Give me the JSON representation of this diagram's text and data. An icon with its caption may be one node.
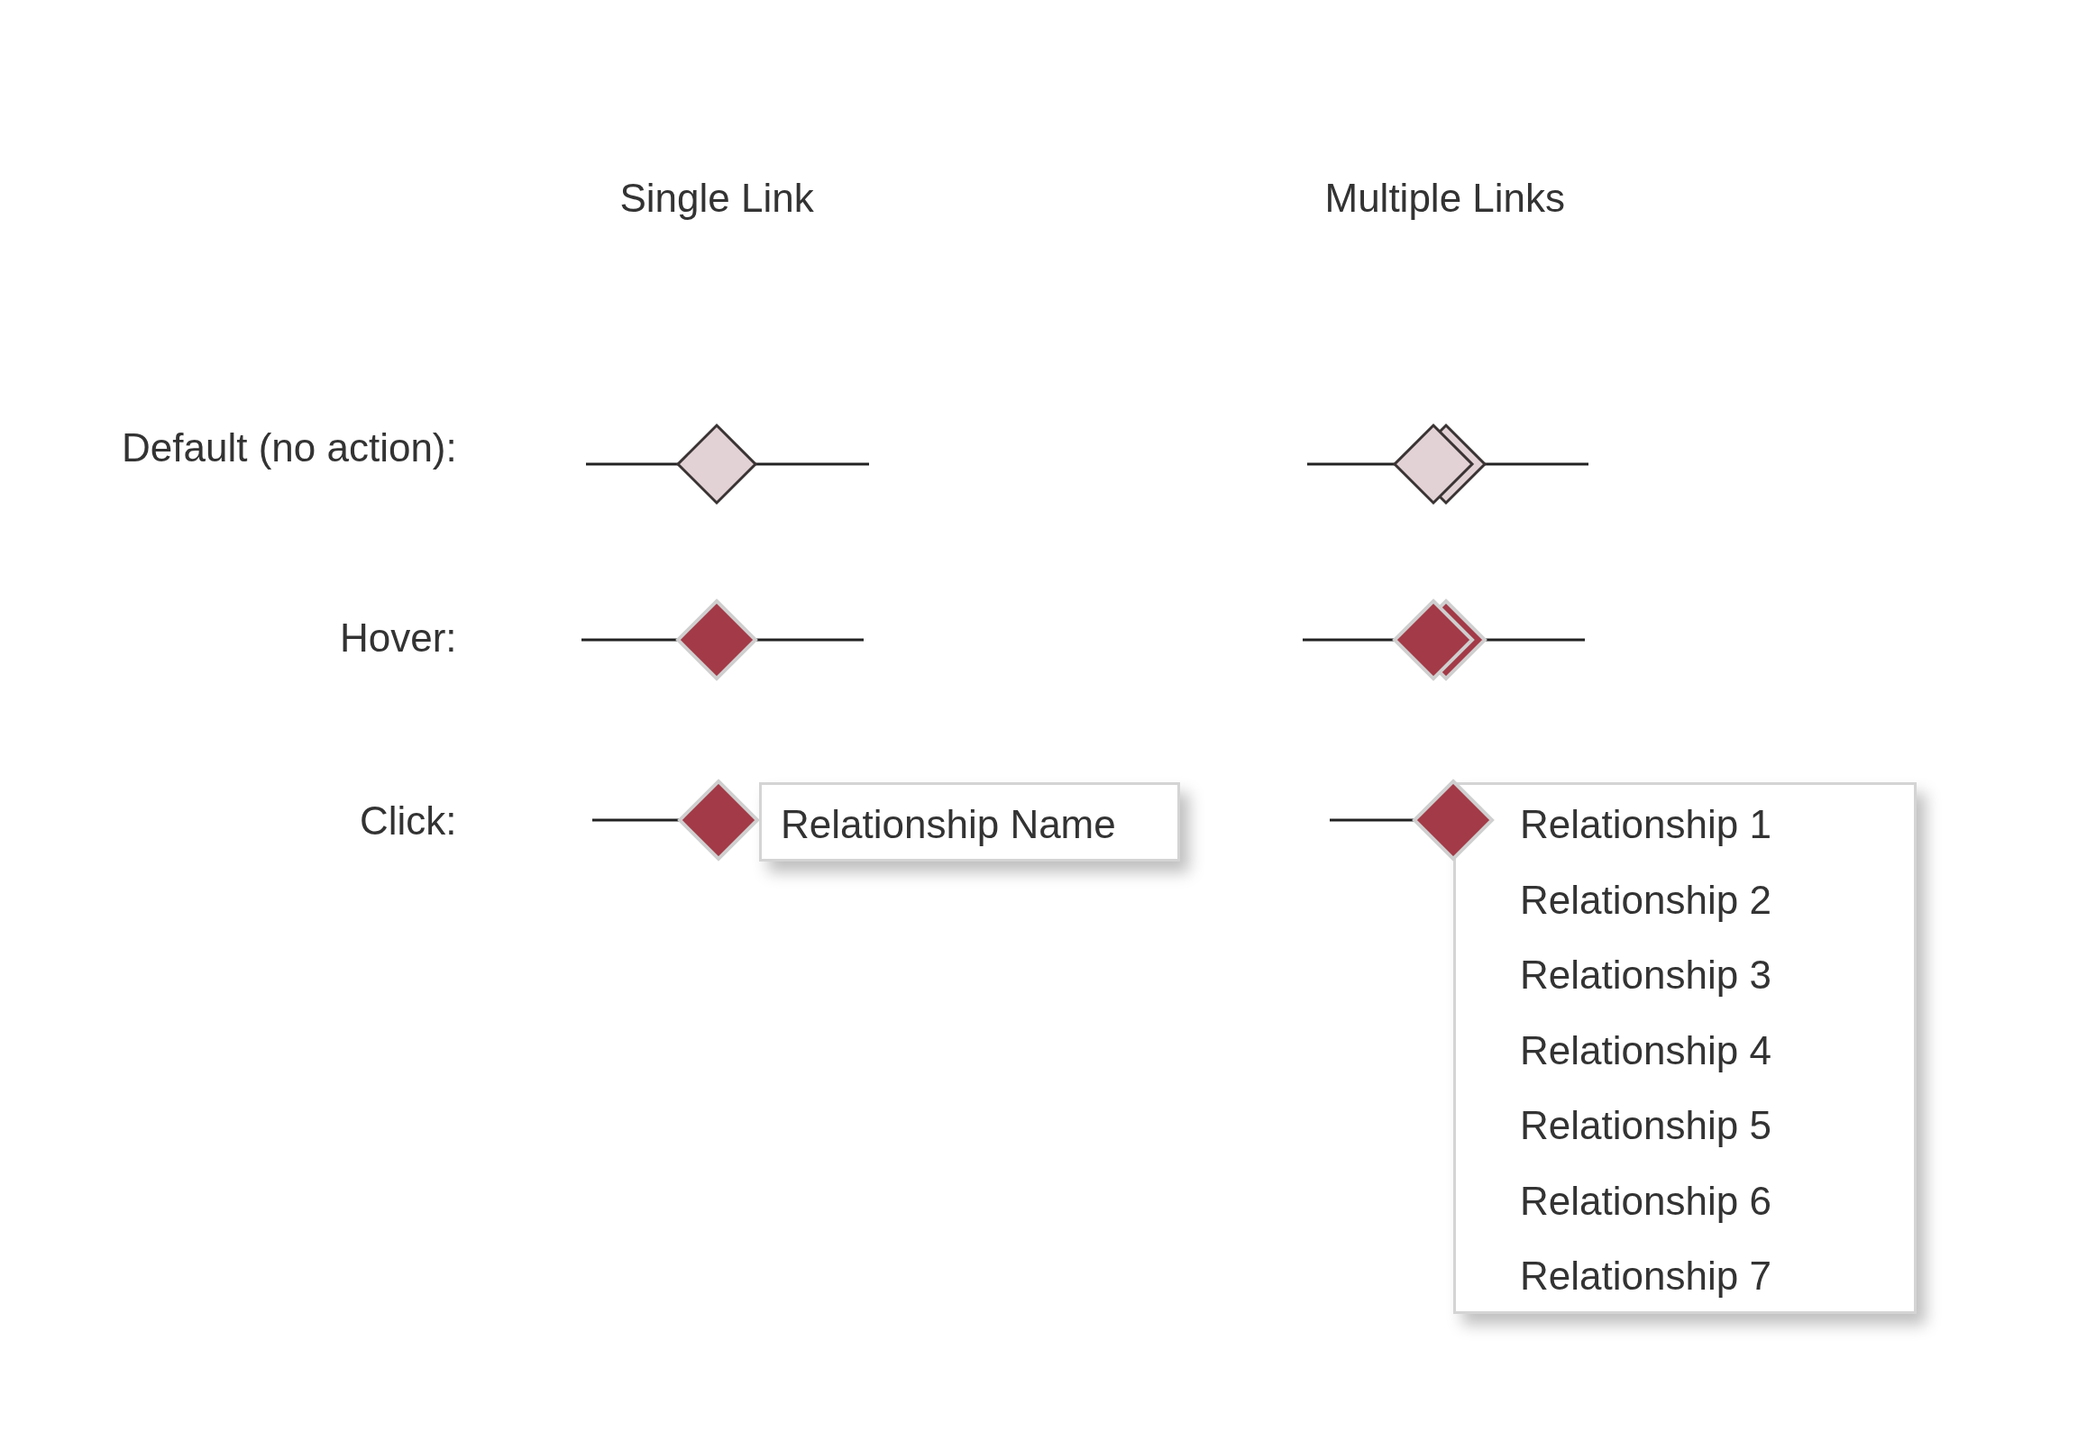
{
  "diagram": {
    "nodes": [
      {
        "text": [],
        "shape": "diamond"
      },
      {
        "text": [],
        "shape": "diamond"
      },
      {
        "text": [],
        "shape": "diamond"
      },
      {
        "text": [],
        "shape": "diamond"
      },
      {
        "text": [],
        "shape": "diamond"
      },
      {
        "text": [
          "Relationship Name"
        ]
      },
      {
        "text": [],
        "shape": "diamond"
      },
      {
        "text": [
          "Relationship 1",
          "Relationship 2",
          "Relationship 3",
          "Relationship 4",
          "Relationship 5",
          "Relationship 6",
          "Relationship 7"
        ]
      }
    ],
    "edges": [
      {
        "from": null,
        "to": 0,
        "arrow": "none"
      },
      {
        "from": 0,
        "to": null,
        "arrow": "none"
      },
      {
        "from": null,
        "to": 1,
        "arrow": "none"
      },
      {
        "from": 1,
        "to": null,
        "arrow": "none"
      },
      {
        "from": null,
        "to": 2,
        "arrow": "none"
      },
      {
        "from": 2,
        "to": null,
        "arrow": "none"
      },
      {
        "from": null,
        "to": 3,
        "arrow": "none"
      },
      {
        "from": 3,
        "to": null,
        "arrow": "none"
      },
      {
        "from": null,
        "to": 4,
        "arrow": "none"
      },
      {
        "from": null,
        "to": 6,
        "arrow": "none"
      }
    ],
    "labels": [
      "Single Link",
      "Multiple Links",
      "Default (no action):",
      "Hover:",
      "Click:"
    ]
  }
}
